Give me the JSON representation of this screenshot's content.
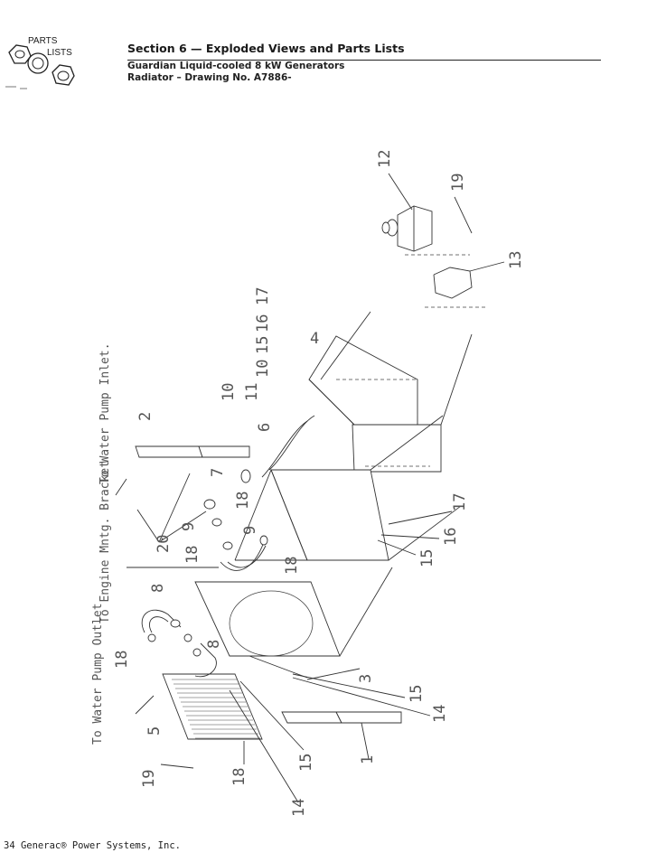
{
  "logo": {
    "line1": "PARTS",
    "line2": "LISTS"
  },
  "header": {
    "section_title": "Section 6 — Exploded Views and Parts Lists",
    "subtitle_1": "Guardian Liquid-cooled 8 kW Generators",
    "subtitle_2": "Radiator – Drawing No. A7886-"
  },
  "callouts": {
    "to_water_pump_inlet": "To Water Pump Inlet.",
    "to_engine_mntg_bracket": "To Engine Mntg. Bracket",
    "to_water_pump_outlet": "To Water Pump Outlet",
    "numbers": [
      "12",
      "19",
      "13",
      "17",
      "16",
      "15",
      "10",
      "4",
      "11",
      "10",
      "6",
      "2",
      "7",
      "18",
      "20",
      "9",
      "18",
      "9",
      "18",
      "17",
      "16",
      "15",
      "8",
      "18",
      "8",
      "3",
      "15",
      "14",
      "5",
      "18",
      "19",
      "15",
      "14",
      "1"
    ]
  },
  "footer": {
    "text": "34  Generac® Power Systems, Inc."
  }
}
